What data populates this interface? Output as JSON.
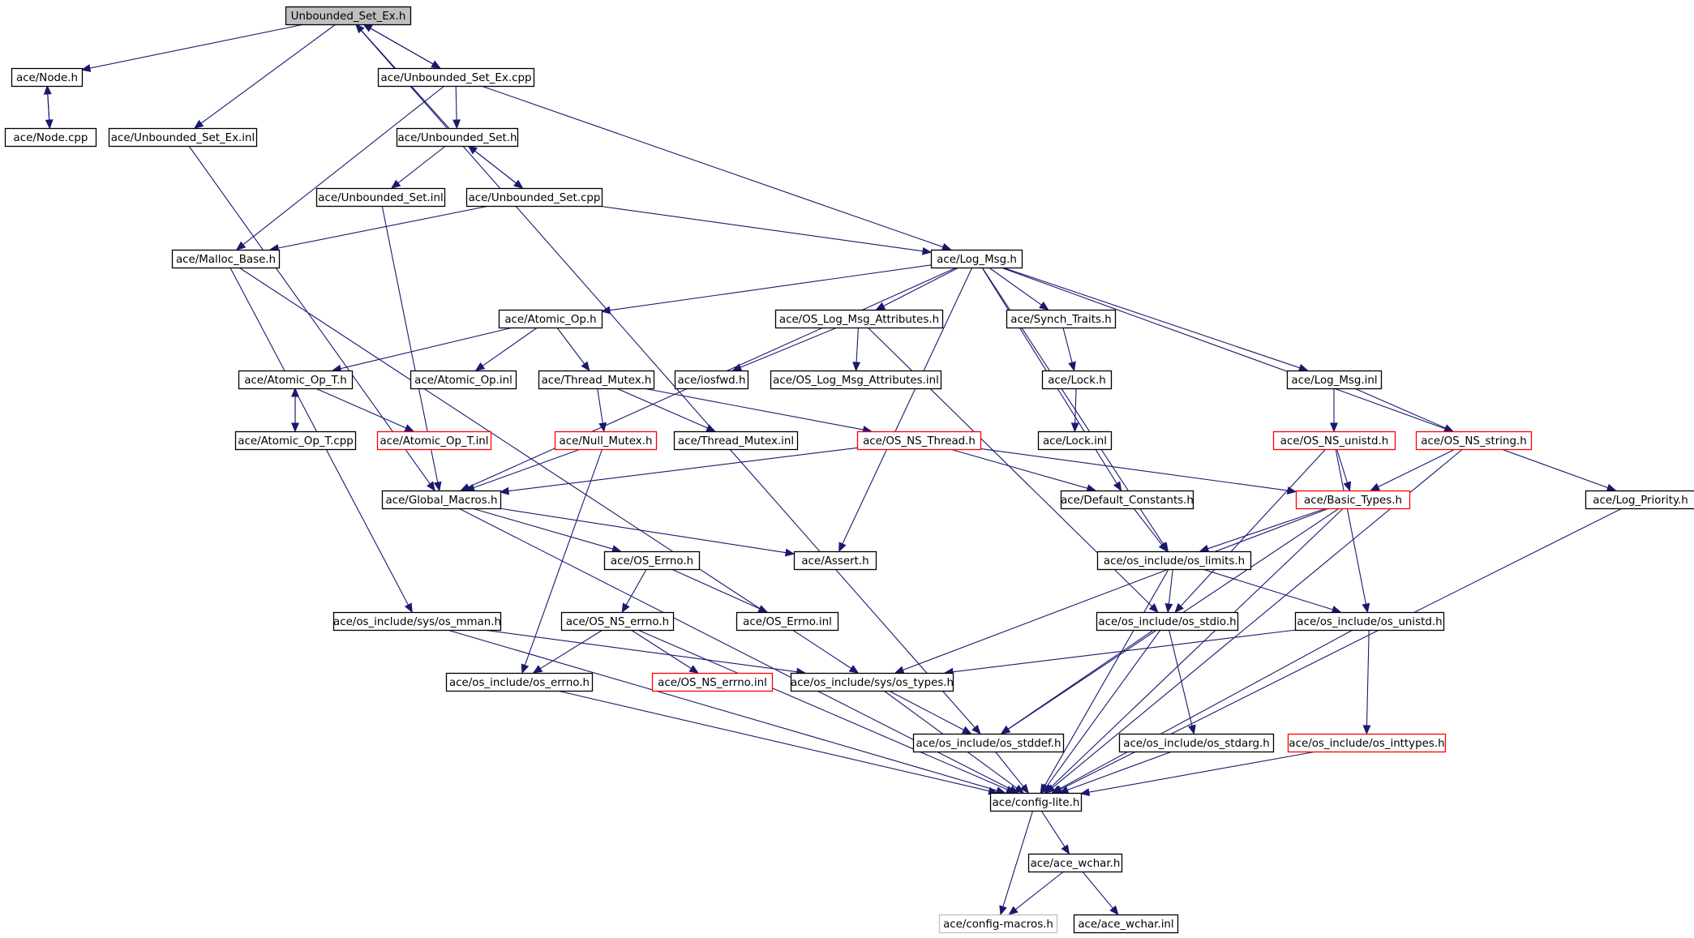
{
  "colors": {
    "edge": "#191970",
    "node_border": "#000000",
    "node_border_missing": "#ff0000",
    "node_border_ghost": "#bfbfbf",
    "root_fill": "#bfbfbf",
    "node_fill": "#ffffff"
  },
  "nodes": [
    {
      "id": "root",
      "label": "Unbounded_Set_Ex.h",
      "kind": "root"
    },
    {
      "id": "node_h",
      "label": "ace/Node.h",
      "kind": "normal"
    },
    {
      "id": "node_cpp",
      "label": "ace/Node.cpp",
      "kind": "normal"
    },
    {
      "id": "use_inl",
      "label": "ace/Unbounded_Set_Ex.inl",
      "kind": "normal"
    },
    {
      "id": "use_cpp",
      "label": "ace/Unbounded_Set_Ex.cpp",
      "kind": "normal"
    },
    {
      "id": "us_h",
      "label": "ace/Unbounded_Set.h",
      "kind": "normal"
    },
    {
      "id": "us_inl",
      "label": "ace/Unbounded_Set.inl",
      "kind": "normal"
    },
    {
      "id": "us_cpp",
      "label": "ace/Unbounded_Set.cpp",
      "kind": "normal"
    },
    {
      "id": "malloc_base",
      "label": "ace/Malloc_Base.h",
      "kind": "normal"
    },
    {
      "id": "log_msg",
      "label": "ace/Log_Msg.h",
      "kind": "normal"
    },
    {
      "id": "atomic_op",
      "label": "ace/Atomic_Op.h",
      "kind": "normal"
    },
    {
      "id": "os_log_attr",
      "label": "ace/OS_Log_Msg_Attributes.h",
      "kind": "normal"
    },
    {
      "id": "synch_traits",
      "label": "ace/Synch_Traits.h",
      "kind": "normal"
    },
    {
      "id": "atomic_op_t",
      "label": "ace/Atomic_Op_T.h",
      "kind": "normal"
    },
    {
      "id": "atomic_op_inl",
      "label": "ace/Atomic_Op.inl",
      "kind": "normal"
    },
    {
      "id": "thread_mutex",
      "label": "ace/Thread_Mutex.h",
      "kind": "normal"
    },
    {
      "id": "iosfwd",
      "label": "ace/iosfwd.h",
      "kind": "normal"
    },
    {
      "id": "os_log_attr_inl",
      "label": "ace/OS_Log_Msg_Attributes.inl",
      "kind": "normal"
    },
    {
      "id": "lock_h",
      "label": "ace/Lock.h",
      "kind": "normal"
    },
    {
      "id": "log_msg_inl",
      "label": "ace/Log_Msg.inl",
      "kind": "normal"
    },
    {
      "id": "atomic_op_t_cpp",
      "label": "ace/Atomic_Op_T.cpp",
      "kind": "normal"
    },
    {
      "id": "atomic_op_t_inl",
      "label": "ace/Atomic_Op_T.inl",
      "kind": "missing"
    },
    {
      "id": "null_mutex",
      "label": "ace/Null_Mutex.h",
      "kind": "missing"
    },
    {
      "id": "thread_mutex_inl",
      "label": "ace/Thread_Mutex.inl",
      "kind": "normal"
    },
    {
      "id": "os_ns_thread",
      "label": "ace/OS_NS_Thread.h",
      "kind": "missing"
    },
    {
      "id": "lock_inl",
      "label": "ace/Lock.inl",
      "kind": "normal"
    },
    {
      "id": "os_ns_unistd",
      "label": "ace/OS_NS_unistd.h",
      "kind": "missing"
    },
    {
      "id": "os_ns_string",
      "label": "ace/OS_NS_string.h",
      "kind": "missing"
    },
    {
      "id": "global_macros",
      "label": "ace/Global_Macros.h",
      "kind": "normal"
    },
    {
      "id": "default_constants",
      "label": "ace/Default_Constants.h",
      "kind": "normal"
    },
    {
      "id": "basic_types",
      "label": "ace/Basic_Types.h",
      "kind": "missing"
    },
    {
      "id": "log_priority",
      "label": "ace/Log_Priority.h",
      "kind": "normal"
    },
    {
      "id": "os_errno",
      "label": "ace/OS_Errno.h",
      "kind": "normal"
    },
    {
      "id": "assert_h",
      "label": "ace/Assert.h",
      "kind": "normal"
    },
    {
      "id": "os_limits",
      "label": "ace/os_include/os_limits.h",
      "kind": "normal"
    },
    {
      "id": "sys_mman",
      "label": "ace/os_include/sys/os_mman.h",
      "kind": "normal"
    },
    {
      "id": "os_ns_errno",
      "label": "ace/OS_NS_errno.h",
      "kind": "normal"
    },
    {
      "id": "os_errno_inl",
      "label": "ace/OS_Errno.inl",
      "kind": "normal"
    },
    {
      "id": "os_stdio",
      "label": "ace/os_include/os_stdio.h",
      "kind": "normal"
    },
    {
      "id": "os_unistd",
      "label": "ace/os_include/os_unistd.h",
      "kind": "normal"
    },
    {
      "id": "os_include_errno",
      "label": "ace/os_include/os_errno.h",
      "kind": "normal"
    },
    {
      "id": "os_ns_errno_inl",
      "label": "ace/OS_NS_errno.inl",
      "kind": "missing"
    },
    {
      "id": "sys_types",
      "label": "ace/os_include/sys/os_types.h",
      "kind": "normal"
    },
    {
      "id": "os_stddef",
      "label": "ace/os_include/os_stddef.h",
      "kind": "normal"
    },
    {
      "id": "os_stdarg",
      "label": "ace/os_include/os_stdarg.h",
      "kind": "normal"
    },
    {
      "id": "os_inttypes",
      "label": "ace/os_include/os_inttypes.h",
      "kind": "missing"
    },
    {
      "id": "config_lite",
      "label": "ace/config-lite.h",
      "kind": "normal"
    },
    {
      "id": "ace_wchar",
      "label": "ace/ace_wchar.h",
      "kind": "normal"
    },
    {
      "id": "config_macros",
      "label": "ace/config-macros.h",
      "kind": "ghost"
    },
    {
      "id": "ace_wchar_inl",
      "label": "ace/ace_wchar.inl",
      "kind": "normal"
    }
  ],
  "edges": [
    [
      "root",
      "node_h"
    ],
    [
      "root",
      "use_inl"
    ],
    [
      "root",
      "use_cpp"
    ],
    [
      "root",
      "os_stddef"
    ],
    [
      "node_h",
      "node_cpp"
    ],
    [
      "node_cpp",
      "node_h"
    ],
    [
      "use_cpp",
      "root"
    ],
    [
      "use_cpp",
      "us_h"
    ],
    [
      "use_cpp",
      "malloc_base"
    ],
    [
      "use_cpp",
      "log_msg"
    ],
    [
      "use_inl",
      "global_macros"
    ],
    [
      "us_h",
      "root"
    ],
    [
      "us_h",
      "us_inl"
    ],
    [
      "us_h",
      "us_cpp"
    ],
    [
      "us_cpp",
      "us_h"
    ],
    [
      "us_cpp",
      "malloc_base"
    ],
    [
      "us_cpp",
      "log_msg"
    ],
    [
      "us_inl",
      "global_macros"
    ],
    [
      "malloc_base",
      "sys_mman"
    ],
    [
      "malloc_base",
      "sys_types"
    ],
    [
      "log_msg",
      "atomic_op"
    ],
    [
      "log_msg",
      "os_log_attr"
    ],
    [
      "log_msg",
      "synch_traits"
    ],
    [
      "log_msg",
      "global_macros"
    ],
    [
      "log_msg",
      "assert_h"
    ],
    [
      "log_msg",
      "default_constants"
    ],
    [
      "log_msg",
      "os_limits"
    ],
    [
      "log_msg",
      "log_msg_inl"
    ],
    [
      "log_msg",
      "log_priority"
    ],
    [
      "atomic_op",
      "atomic_op_t"
    ],
    [
      "atomic_op",
      "atomic_op_inl"
    ],
    [
      "atomic_op",
      "thread_mutex"
    ],
    [
      "os_log_attr",
      "iosfwd"
    ],
    [
      "os_log_attr",
      "os_log_attr_inl"
    ],
    [
      "os_log_attr",
      "os_stdio"
    ],
    [
      "synch_traits",
      "lock_h"
    ],
    [
      "lock_h",
      "lock_inl"
    ],
    [
      "atomic_op_t",
      "atomic_op_t_cpp"
    ],
    [
      "atomic_op_t_cpp",
      "atomic_op_t"
    ],
    [
      "atomic_op_t",
      "atomic_op_t_inl"
    ],
    [
      "thread_mutex",
      "null_mutex"
    ],
    [
      "thread_mutex",
      "thread_mutex_inl"
    ],
    [
      "thread_mutex",
      "os_ns_thread"
    ],
    [
      "null_mutex",
      "global_macros"
    ],
    [
      "null_mutex",
      "os_include_errno"
    ],
    [
      "os_ns_thread",
      "global_macros"
    ],
    [
      "os_ns_thread",
      "default_constants"
    ],
    [
      "os_ns_thread",
      "basic_types"
    ],
    [
      "log_msg_inl",
      "os_ns_unistd"
    ],
    [
      "log_msg_inl",
      "os_ns_string"
    ],
    [
      "os_ns_unistd",
      "basic_types"
    ],
    [
      "os_ns_unistd",
      "os_stdio"
    ],
    [
      "os_ns_unistd",
      "os_unistd"
    ],
    [
      "os_ns_string",
      "basic_types"
    ],
    [
      "os_ns_string",
      "config_lite"
    ],
    [
      "global_macros",
      "os_errno"
    ],
    [
      "global_macros",
      "assert_h"
    ],
    [
      "global_macros",
      "config_lite"
    ],
    [
      "default_constants",
      "os_limits"
    ],
    [
      "basic_types",
      "os_limits"
    ],
    [
      "basic_types",
      "sys_types"
    ],
    [
      "basic_types",
      "os_stddef"
    ],
    [
      "basic_types",
      "config_lite"
    ],
    [
      "log_priority",
      "config_lite"
    ],
    [
      "os_errno",
      "os_ns_errno"
    ],
    [
      "os_errno",
      "os_errno_inl"
    ],
    [
      "os_ns_errno",
      "os_include_errno"
    ],
    [
      "os_ns_errno",
      "os_ns_errno_inl"
    ],
    [
      "os_ns_errno",
      "config_lite"
    ],
    [
      "sys_mman",
      "sys_types"
    ],
    [
      "sys_mman",
      "config_lite"
    ],
    [
      "os_limits",
      "os_stdio"
    ],
    [
      "os_limits",
      "os_unistd"
    ],
    [
      "os_limits",
      "config_lite"
    ],
    [
      "os_stdio",
      "os_stddef"
    ],
    [
      "os_stdio",
      "os_stdarg"
    ],
    [
      "os_stdio",
      "config_lite"
    ],
    [
      "os_unistd",
      "sys_types"
    ],
    [
      "os_unistd",
      "os_inttypes"
    ],
    [
      "os_unistd",
      "config_lite"
    ],
    [
      "os_include_errno",
      "config_lite"
    ],
    [
      "sys_types",
      "os_stddef"
    ],
    [
      "sys_types",
      "config_lite"
    ],
    [
      "os_stddef",
      "config_lite"
    ],
    [
      "os_stdarg",
      "config_lite"
    ],
    [
      "os_inttypes",
      "config_lite"
    ],
    [
      "config_lite",
      "ace_wchar"
    ],
    [
      "config_lite",
      "config_macros"
    ],
    [
      "ace_wchar",
      "config_macros"
    ],
    [
      "ace_wchar",
      "ace_wchar_inl"
    ]
  ]
}
